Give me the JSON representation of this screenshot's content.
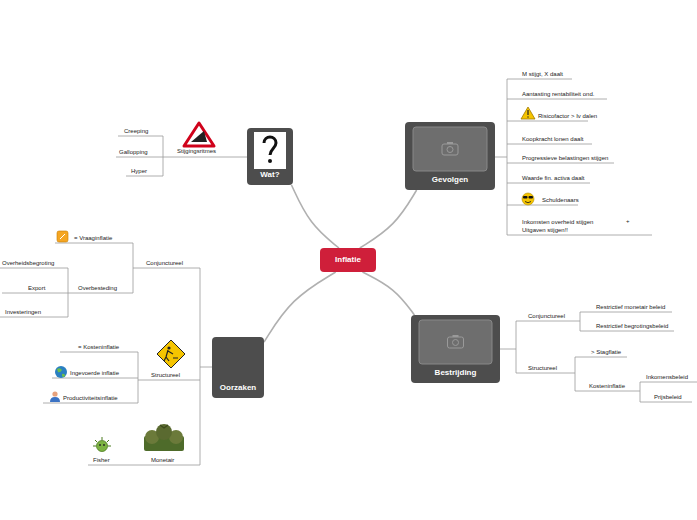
{
  "diagram": {
    "nodes": [
      {
        "text": [
          "Gevolgen"
        ]
      },
      {
        "text": [
          "Wat?"
        ]
      },
      {
        "text": [
          "Inflatie"
        ]
      },
      {
        "text": [
          "Bestrijding"
        ]
      },
      {
        "text": [
          "Oorzaken"
        ]
      }
    ],
    "edges": [
      {
        "from": 2,
        "to": 1,
        "arrow": "none"
      },
      {
        "from": 2,
        "to": 0,
        "arrow": "none"
      },
      {
        "from": 2,
        "to": 4,
        "arrow": "none"
      },
      {
        "from": 2,
        "to": 3,
        "arrow": "none"
      }
    ],
    "labels": [
      "Stijgingsritmes",
      "Creeping",
      "Gallopping",
      "Hyper",
      "M stijgt, X daalt",
      "Aantasting rentabiliteit ond.",
      "Risicofactor > Iv dalen",
      "Koopkracht lonen daalt",
      "Progressieve belastingen stijgen",
      "Waarde fin. activa daalt",
      "Schuldenaars",
      "Inkomsten overheid stijgen Uitgaven stijgen!!",
      "+",
      "Conjunctureel",
      "= Vraaginflatie",
      "Overbesteding",
      "Overheidsbegroting",
      "Export",
      "Investeringen",
      "Structureel",
      "= Kosteninflatie",
      "Ingevoerde inflatie",
      "Productiviteitsinflatie",
      "Monetair",
      "Fisher",
      "Conjunctureel",
      "Restrictief monetair beleid",
      "Restrictief begrotingsbeleid",
      "Structureel",
      "> Stagflatie",
      "Kosteninflatie",
      "Inkomensbeleid",
      "Prijsbeleid"
    ]
  }
}
